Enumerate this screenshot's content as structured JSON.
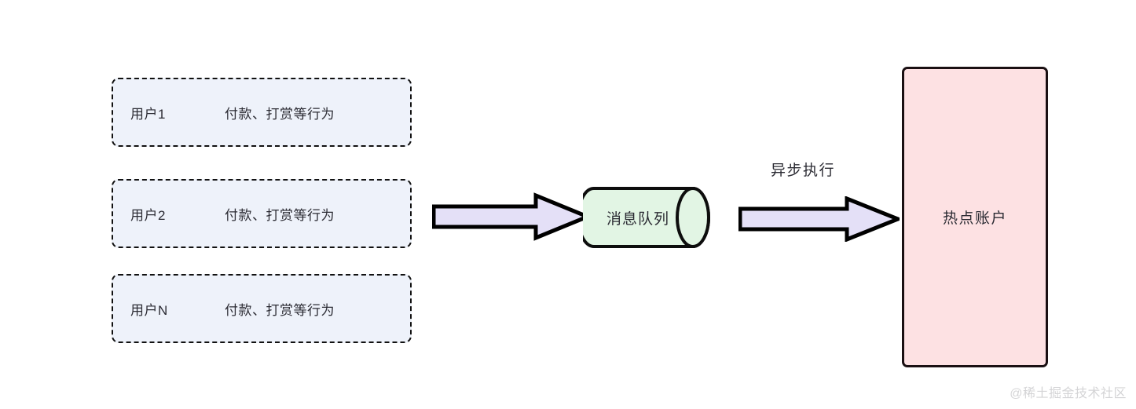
{
  "diagram": {
    "title_hidden": "",
    "colors": {
      "user_box_fill": "#eef2fa",
      "user_box_border": "#111111",
      "arrow_fill": "#e4e0f7",
      "arrow_border": "#000000",
      "queue_fill": "#e2f5e4",
      "queue_border": "#0d0d0d",
      "hot_account_fill": "#fde1e3",
      "hot_account_border": "#1a1013",
      "text": "#2b2b33",
      "watermark": "#d4d4d6"
    },
    "user_boxes": [
      {
        "user": "用户1",
        "action": "付款、打赏等行为"
      },
      {
        "user": "用户2",
        "action": "付款、打赏等行为"
      },
      {
        "user": "用户N",
        "action": "付款、打赏等行为"
      }
    ],
    "arrows": [
      {
        "name": "users-to-queue",
        "label": ""
      },
      {
        "name": "queue-to-account",
        "label": "异步执行"
      }
    ],
    "queue": {
      "label": "消息队列"
    },
    "hot_account": {
      "label": "热点账户"
    },
    "async_label": "异步执行",
    "watermark": "@稀土掘金技术社区"
  }
}
